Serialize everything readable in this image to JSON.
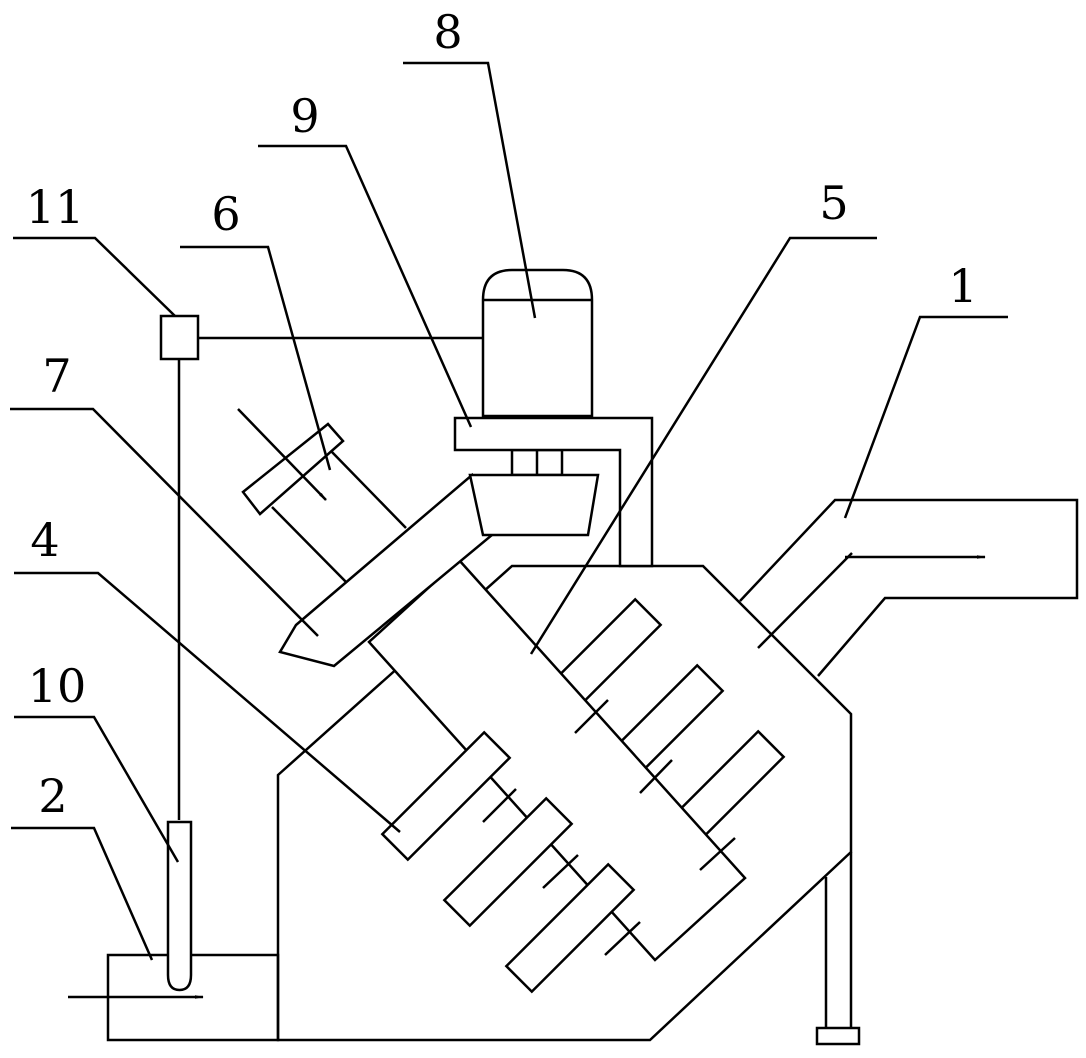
{
  "labels": {
    "l1": "1",
    "l2": "2",
    "l4": "4",
    "l5": "5",
    "l6": "6",
    "l7": "7",
    "l8": "8",
    "l9": "9",
    "l10": "10",
    "l11": "11"
  }
}
